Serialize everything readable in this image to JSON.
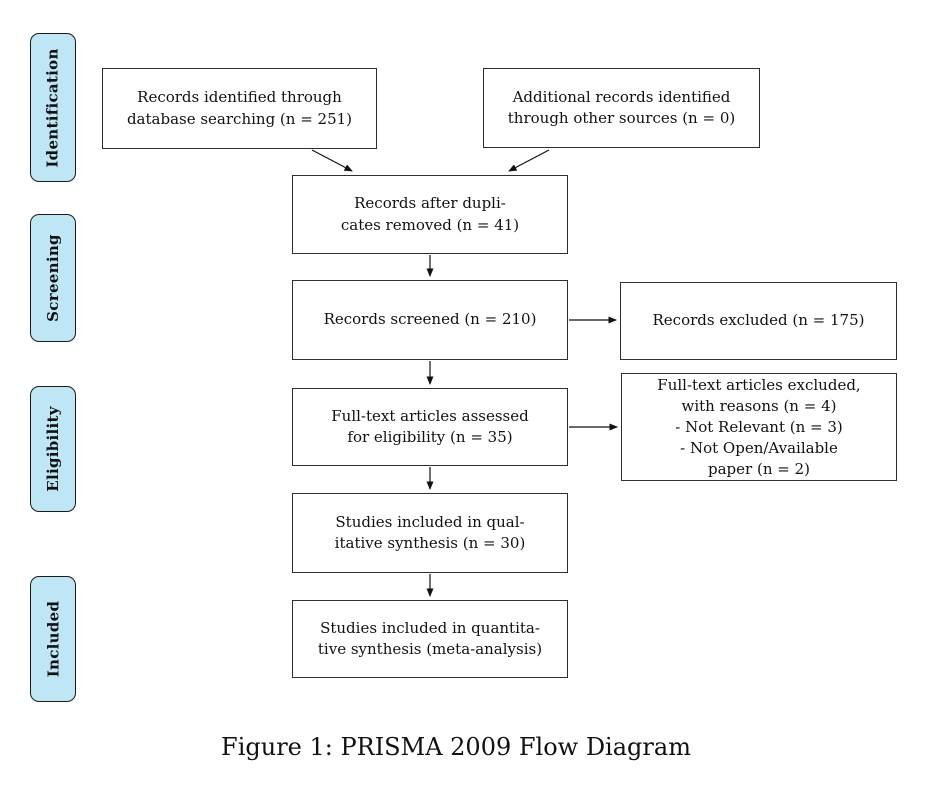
{
  "figure": {
    "caption": "Figure 1: PRISMA 2009 Flow Diagram"
  },
  "colors": {
    "background": "#ffffff",
    "stage_fill": "#bfe6f4",
    "stage_border": "#1a1a1a",
    "box_border": "#2e2e2e",
    "arrow": "#111111",
    "text": "#111111"
  },
  "stages": [
    {
      "label": "Identification"
    },
    {
      "label": "Screening"
    },
    {
      "label": "Eligibility"
    },
    {
      "label": "Included"
    }
  ],
  "boxes": {
    "records_identified": {
      "lines": [
        "Records identified through",
        "database searching (n = 251)"
      ]
    },
    "additional_records": {
      "lines": [
        "Additional records identified",
        "through other sources (n = 0)"
      ]
    },
    "duplicates_removed": {
      "lines": [
        "Records after dupli-",
        "cates removed (n = 41)"
      ]
    },
    "records_screened": {
      "lines": [
        "Records screened (n = 210)"
      ]
    },
    "records_excluded": {
      "lines": [
        "Records excluded (n = 175)"
      ]
    },
    "fulltext_assessed": {
      "lines": [
        "Full-text articles assessed",
        "for eligibility (n = 35)"
      ]
    },
    "fulltext_excluded": {
      "lines": [
        "Full-text articles excluded,",
        "with reasons (n = 4)",
        "- Not Relevant (n = 3)",
        "- Not Open/Available",
        "paper (n = 2)"
      ]
    },
    "qualitative": {
      "lines": [
        "Studies included in qual-",
        "itative synthesis (n = 30)"
      ]
    },
    "quantitative": {
      "lines": [
        "Studies included in quantita-",
        "tive synthesis (meta-analysis)"
      ]
    }
  }
}
